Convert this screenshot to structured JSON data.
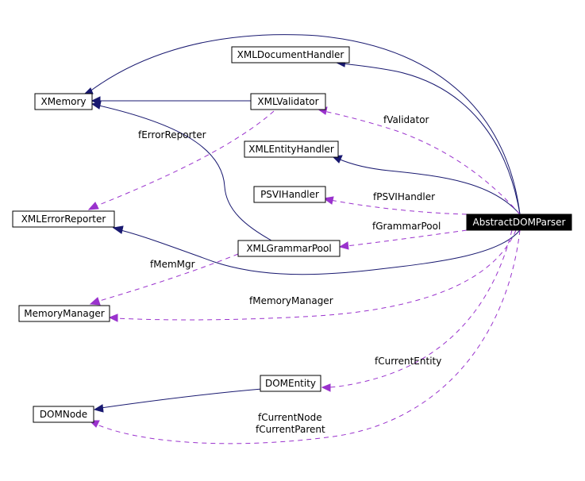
{
  "colors": {
    "inheritance_edge": "#191970",
    "usage_edge": "#9a32cd",
    "focus_node_fill": "#000000",
    "focus_node_text": "#ffffff"
  },
  "nodes": {
    "abstract_dom_parser": "AbstractDOMParser",
    "xml_document_handler": "XMLDocumentHandler",
    "xmemory": "XMemory",
    "xml_validator": "XMLValidator",
    "xml_entity_handler": "XMLEntityHandler",
    "psvi_handler": "PSVIHandler",
    "xml_error_reporter": "XMLErrorReporter",
    "xml_grammar_pool": "XMLGrammarPool",
    "memory_manager": "MemoryManager",
    "dom_entity": "DOMEntity",
    "dom_node": "DOMNode"
  },
  "edge_labels": {
    "f_validator": "fValidator",
    "f_error_reporter": "fErrorReporter",
    "f_psvi_handler": "fPSVIHandler",
    "f_grammar_pool": "fGrammarPool",
    "f_mem_mgr": "fMemMgr",
    "f_memory_manager": "fMemoryManager",
    "f_current_entity": "fCurrentEntity",
    "f_current_node": "fCurrentNode",
    "f_current_parent": "fCurrentParent"
  }
}
